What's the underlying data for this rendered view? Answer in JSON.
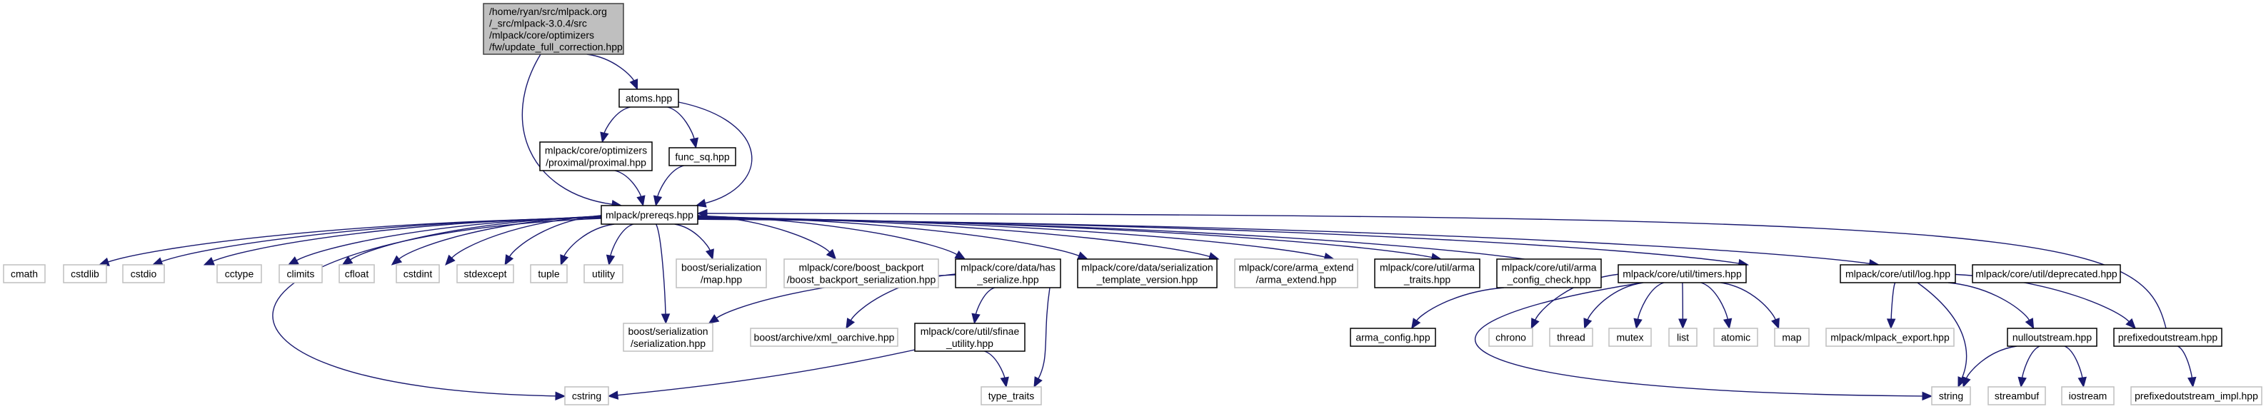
{
  "graph": {
    "nodes": [
      {
        "id": "root",
        "kind": "root",
        "lines": [
          "/home/ryan/src/mlpack.org",
          "/_src/mlpack-3.0.4/src",
          "/mlpack/core/optimizers",
          "/fw/update_full_correction.hpp"
        ]
      },
      {
        "id": "atoms",
        "kind": "doc",
        "lines": [
          "atoms.hpp"
        ]
      },
      {
        "id": "proximal",
        "kind": "doc",
        "lines": [
          "mlpack/core/optimizers",
          "/proximal/proximal.hpp"
        ]
      },
      {
        "id": "func_sq",
        "kind": "doc",
        "lines": [
          "func_sq.hpp"
        ]
      },
      {
        "id": "prereqs",
        "kind": "doc",
        "lines": [
          "mlpack/prereqs.hpp"
        ]
      },
      {
        "id": "cmath",
        "kind": "ext",
        "lines": [
          "cmath"
        ]
      },
      {
        "id": "cstdlib",
        "kind": "ext",
        "lines": [
          "cstdlib"
        ]
      },
      {
        "id": "cstdio",
        "kind": "ext",
        "lines": [
          "cstdio"
        ]
      },
      {
        "id": "cctype",
        "kind": "ext",
        "lines": [
          "cctype"
        ]
      },
      {
        "id": "climits",
        "kind": "ext",
        "lines": [
          "climits"
        ]
      },
      {
        "id": "cfloat",
        "kind": "ext",
        "lines": [
          "cfloat"
        ]
      },
      {
        "id": "cstdint",
        "kind": "ext",
        "lines": [
          "cstdint"
        ]
      },
      {
        "id": "stdexcept",
        "kind": "ext",
        "lines": [
          "stdexcept"
        ]
      },
      {
        "id": "tuple",
        "kind": "ext",
        "lines": [
          "tuple"
        ]
      },
      {
        "id": "utility",
        "kind": "ext",
        "lines": [
          "utility"
        ]
      },
      {
        "id": "boost_map",
        "kind": "ext",
        "lines": [
          "boost/serialization",
          "/map.hpp"
        ]
      },
      {
        "id": "boost_backport",
        "kind": "ext",
        "lines": [
          "mlpack/core/boost_backport",
          "/boost_backport_serialization.hpp"
        ]
      },
      {
        "id": "has_serialize",
        "kind": "doc",
        "lines": [
          "mlpack/core/data/has",
          "_serialize.hpp"
        ]
      },
      {
        "id": "ser_template",
        "kind": "doc",
        "lines": [
          "mlpack/core/data/serialization",
          "_template_version.hpp"
        ]
      },
      {
        "id": "arma_extend",
        "kind": "ext",
        "lines": [
          "mlpack/core/arma_extend",
          "/arma_extend.hpp"
        ]
      },
      {
        "id": "arma_traits",
        "kind": "doc",
        "lines": [
          "mlpack/core/util/arma",
          "_traits.hpp"
        ]
      },
      {
        "id": "arma_config_check",
        "kind": "doc",
        "lines": [
          "mlpack/core/util/arma",
          "_config_check.hpp"
        ]
      },
      {
        "id": "timers",
        "kind": "doc",
        "lines": [
          "mlpack/core/util/timers.hpp"
        ]
      },
      {
        "id": "log",
        "kind": "doc",
        "lines": [
          "mlpack/core/util/log.hpp"
        ]
      },
      {
        "id": "deprecated",
        "kind": "doc",
        "lines": [
          "mlpack/core/util/deprecated.hpp"
        ]
      },
      {
        "id": "boost_serialization",
        "kind": "ext",
        "lines": [
          "boost/serialization",
          "/serialization.hpp"
        ]
      },
      {
        "id": "xml_oarchive",
        "kind": "ext",
        "lines": [
          "boost/archive/xml_oarchive.hpp"
        ]
      },
      {
        "id": "sfinae",
        "kind": "doc",
        "lines": [
          "mlpack/core/util/sfinae",
          "_utility.hpp"
        ]
      },
      {
        "id": "arma_config",
        "kind": "doc",
        "lines": [
          "arma_config.hpp"
        ]
      },
      {
        "id": "chrono",
        "kind": "ext",
        "lines": [
          "chrono"
        ]
      },
      {
        "id": "thread",
        "kind": "ext",
        "lines": [
          "thread"
        ]
      },
      {
        "id": "mutex",
        "kind": "ext",
        "lines": [
          "mutex"
        ]
      },
      {
        "id": "list",
        "kind": "ext",
        "lines": [
          "list"
        ]
      },
      {
        "id": "atomic",
        "kind": "ext",
        "lines": [
          "atomic"
        ]
      },
      {
        "id": "std_map",
        "kind": "ext",
        "lines": [
          "map"
        ]
      },
      {
        "id": "mlpack_export",
        "kind": "ext",
        "lines": [
          "mlpack/mlpack_export.hpp"
        ]
      },
      {
        "id": "nulloutstream",
        "kind": "doc",
        "lines": [
          "nulloutstream.hpp"
        ]
      },
      {
        "id": "prefixedoutstream",
        "kind": "doc",
        "lines": [
          "prefixedoutstream.hpp"
        ]
      },
      {
        "id": "cstring",
        "kind": "ext",
        "lines": [
          "cstring"
        ]
      },
      {
        "id": "type_traits",
        "kind": "ext",
        "lines": [
          "type_traits"
        ]
      },
      {
        "id": "string",
        "kind": "ext",
        "lines": [
          "string"
        ]
      },
      {
        "id": "streambuf",
        "kind": "ext",
        "lines": [
          "streambuf"
        ]
      },
      {
        "id": "iostream",
        "kind": "ext",
        "lines": [
          "iostream"
        ]
      },
      {
        "id": "prefixedoutstream_impl",
        "kind": "ext",
        "lines": [
          "prefixedoutstream_impl.hpp"
        ]
      }
    ],
    "edges": [
      [
        "root",
        "atoms"
      ],
      [
        "root",
        "prereqs"
      ],
      [
        "atoms",
        "proximal"
      ],
      [
        "atoms",
        "func_sq"
      ],
      [
        "atoms",
        "prereqs"
      ],
      [
        "proximal",
        "prereqs"
      ],
      [
        "func_sq",
        "prereqs"
      ],
      [
        "prereqs",
        "cmath"
      ],
      [
        "prereqs",
        "cstdlib"
      ],
      [
        "prereqs",
        "cstdio"
      ],
      [
        "prereqs",
        "cctype"
      ],
      [
        "prereqs",
        "climits"
      ],
      [
        "prereqs",
        "cfloat"
      ],
      [
        "prereqs",
        "cstdint"
      ],
      [
        "prereqs",
        "stdexcept"
      ],
      [
        "prereqs",
        "tuple"
      ],
      [
        "prereqs",
        "utility"
      ],
      [
        "prereqs",
        "boost_map"
      ],
      [
        "prereqs",
        "boost_backport"
      ],
      [
        "prereqs",
        "has_serialize"
      ],
      [
        "prereqs",
        "ser_template"
      ],
      [
        "prereqs",
        "arma_extend"
      ],
      [
        "prereqs",
        "arma_traits"
      ],
      [
        "prereqs",
        "arma_config_check"
      ],
      [
        "prereqs",
        "timers"
      ],
      [
        "prereqs",
        "log"
      ],
      [
        "prereqs",
        "deprecated"
      ],
      [
        "prereqs",
        "boost_serialization"
      ],
      [
        "prereqs",
        "cstring"
      ],
      [
        "has_serialize",
        "boost_serialization"
      ],
      [
        "has_serialize",
        "xml_oarchive"
      ],
      [
        "has_serialize",
        "sfinae"
      ],
      [
        "has_serialize",
        "type_traits"
      ],
      [
        "sfinae",
        "cstring"
      ],
      [
        "sfinae",
        "type_traits"
      ],
      [
        "arma_config_check",
        "arma_config"
      ],
      [
        "timers",
        "chrono"
      ],
      [
        "timers",
        "thread"
      ],
      [
        "timers",
        "mutex"
      ],
      [
        "timers",
        "list"
      ],
      [
        "timers",
        "atomic"
      ],
      [
        "timers",
        "std_map"
      ],
      [
        "timers",
        "string"
      ],
      [
        "log",
        "mlpack_export"
      ],
      [
        "log",
        "string"
      ],
      [
        "log",
        "nulloutstream"
      ],
      [
        "log",
        "prefixedoutstream"
      ],
      [
        "nulloutstream",
        "string"
      ],
      [
        "nulloutstream",
        "streambuf"
      ],
      [
        "nulloutstream",
        "iostream"
      ],
      [
        "prefixedoutstream",
        "prefixedoutstream_impl"
      ],
      [
        "prefixedoutstream",
        "prereqs"
      ]
    ],
    "colors": {
      "edge": "#191970",
      "root_fill": "#bfbfbf",
      "external_border": "#bfbfbf",
      "documented_border": "#000000"
    }
  }
}
